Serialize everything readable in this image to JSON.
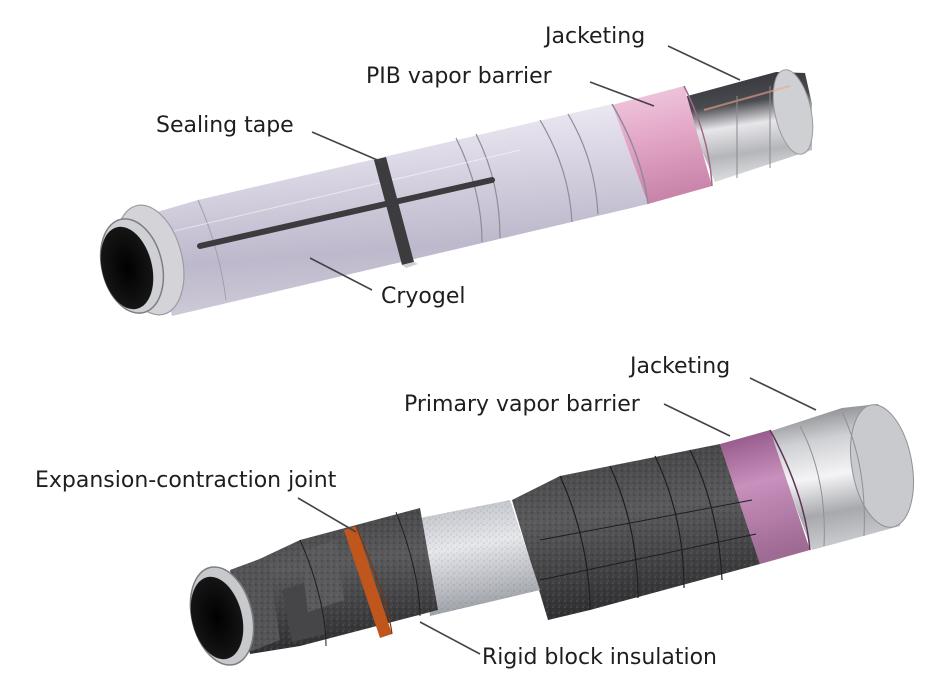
{
  "top_assembly": {
    "labels": {
      "jacketing": "Jacketing",
      "pib_vapor_barrier": "PIB vapor barrier",
      "sealing_tape": "Sealing tape",
      "cryogel": "Cryogel"
    }
  },
  "bottom_assembly": {
    "labels": {
      "jacketing": "Jacketing",
      "primary_vapor_barrier": "Primary vapor barrier",
      "expansion_contraction_joint": "Expansion-contraction joint",
      "rigid_block_insulation": "Rigid block insulation"
    }
  },
  "colors": {
    "cryogel": "#d6d2e0",
    "pib_barrier": "#e2a9c8",
    "jacketing": "#8e9094",
    "foam_block": "#4a4a4c",
    "primary_barrier": "#b77aa8",
    "joint": "#c0561c",
    "sealing_tape": "#3c3c3e"
  }
}
